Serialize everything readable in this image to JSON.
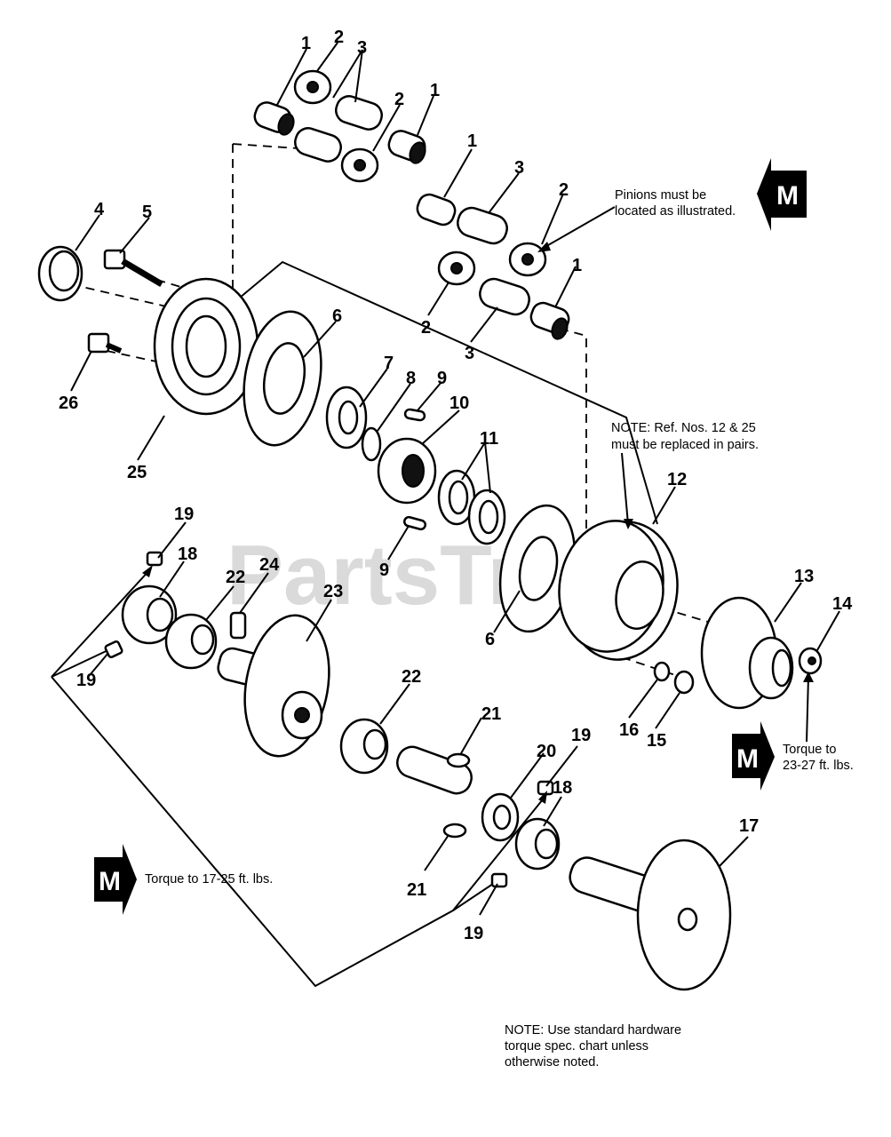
{
  "watermark": "PartsTree",
  "notes": {
    "pinions_line1": "Pinions must be",
    "pinions_line2": "located as illustrated.",
    "ref_line1": "NOTE: Ref. Nos. 12 & 25",
    "ref_line2": "must be replaced in pairs.",
    "torque_right_line1": "Torque to",
    "torque_right_line2": "23-27 ft. lbs.",
    "torque_left": "Torque to 17-25 ft. lbs.",
    "hardware_line1": "NOTE: Use standard hardware",
    "hardware_line2": "torque spec. chart unless",
    "hardware_line3": "otherwise noted."
  },
  "marker_letter": "M",
  "callouts": [
    "1",
    "2",
    "3",
    "4",
    "5",
    "6",
    "7",
    "8",
    "9",
    "10",
    "11",
    "12",
    "13",
    "14",
    "15",
    "16",
    "17",
    "18",
    "19",
    "20",
    "21",
    "22",
    "23",
    "24",
    "25",
    "26"
  ]
}
